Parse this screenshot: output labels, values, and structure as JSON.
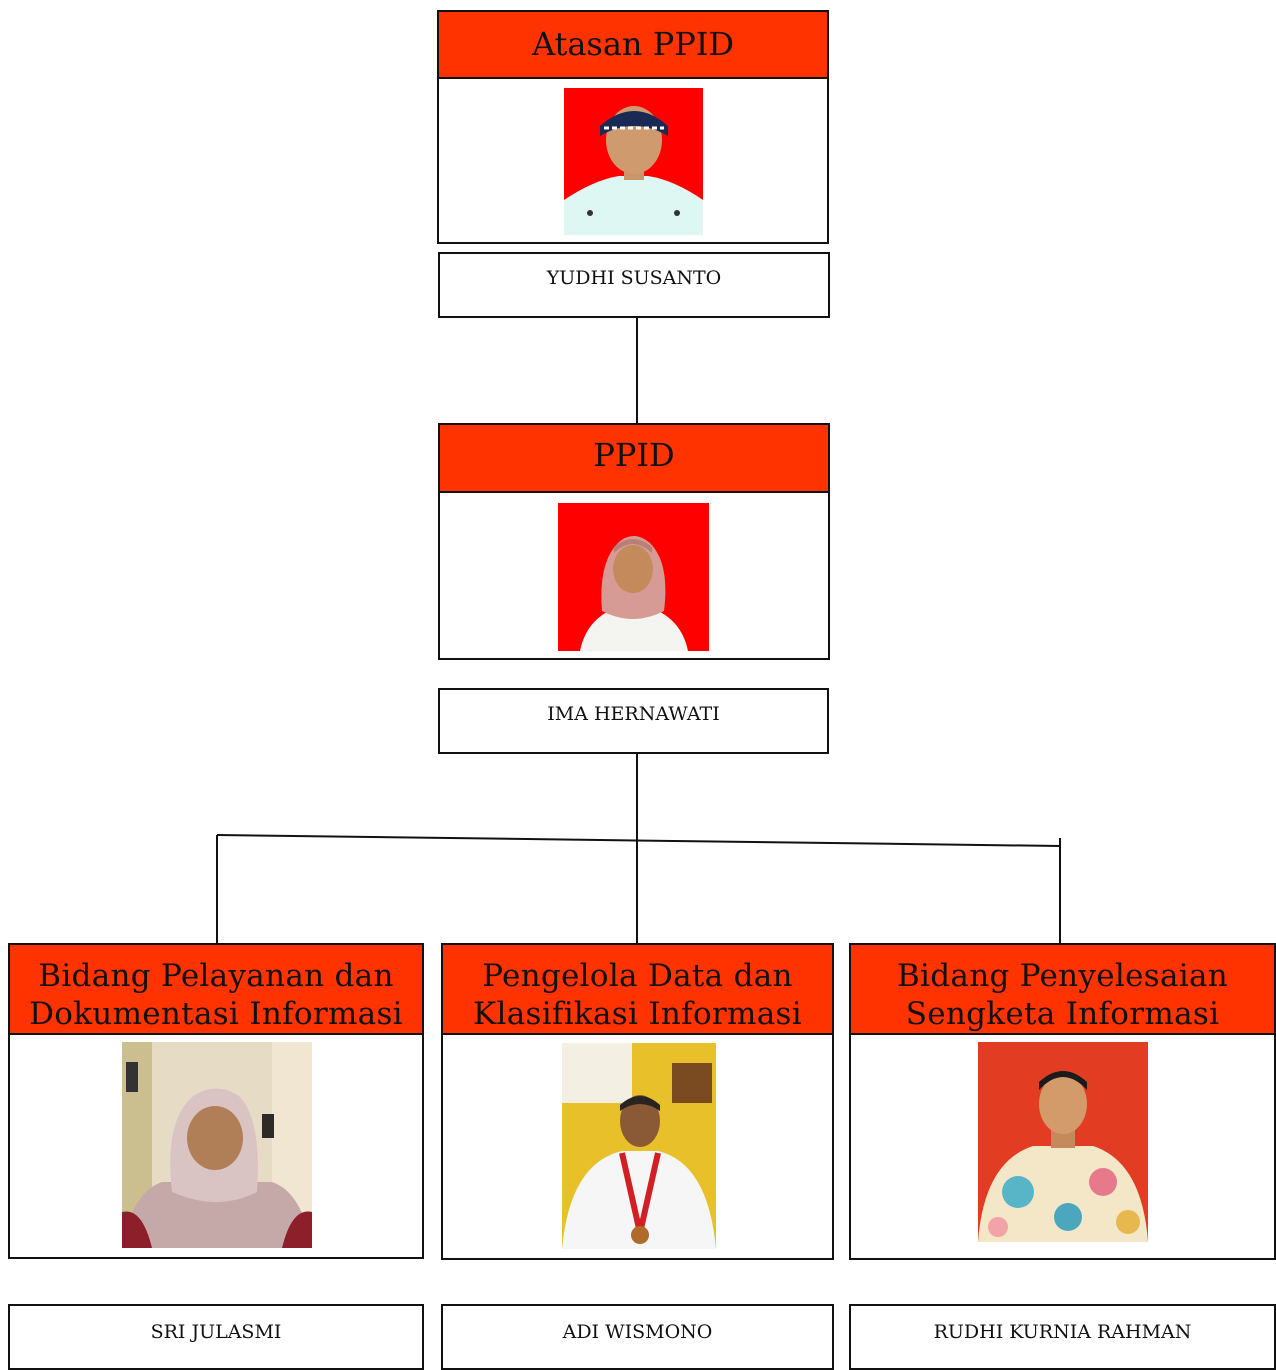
{
  "top": {
    "title": "Atasan PPID",
    "name": "YUDHI SUSANTO",
    "photo_bg": "#ff0000"
  },
  "ppid": {
    "title": "PPID",
    "name": "IMA HERNAWATI",
    "photo_bg": "#ff0000"
  },
  "units": [
    {
      "title_line1": "Bidang Pelayanan dan",
      "title_line2": "Dokumentasi Informasi",
      "name": "SRI JULASMI"
    },
    {
      "title_line1": "Pengelola Data dan",
      "title_line2": "Klasifikasi Informasi",
      "name": "ADI WISMONO"
    },
    {
      "title_line1": "Bidang Penyelesaian",
      "title_line2": "Sengketa Informasi",
      "name": "RUDHI KURNIA RAHMAN"
    }
  ],
  "colors": {
    "header": "#ff3300",
    "border": "#111111"
  }
}
